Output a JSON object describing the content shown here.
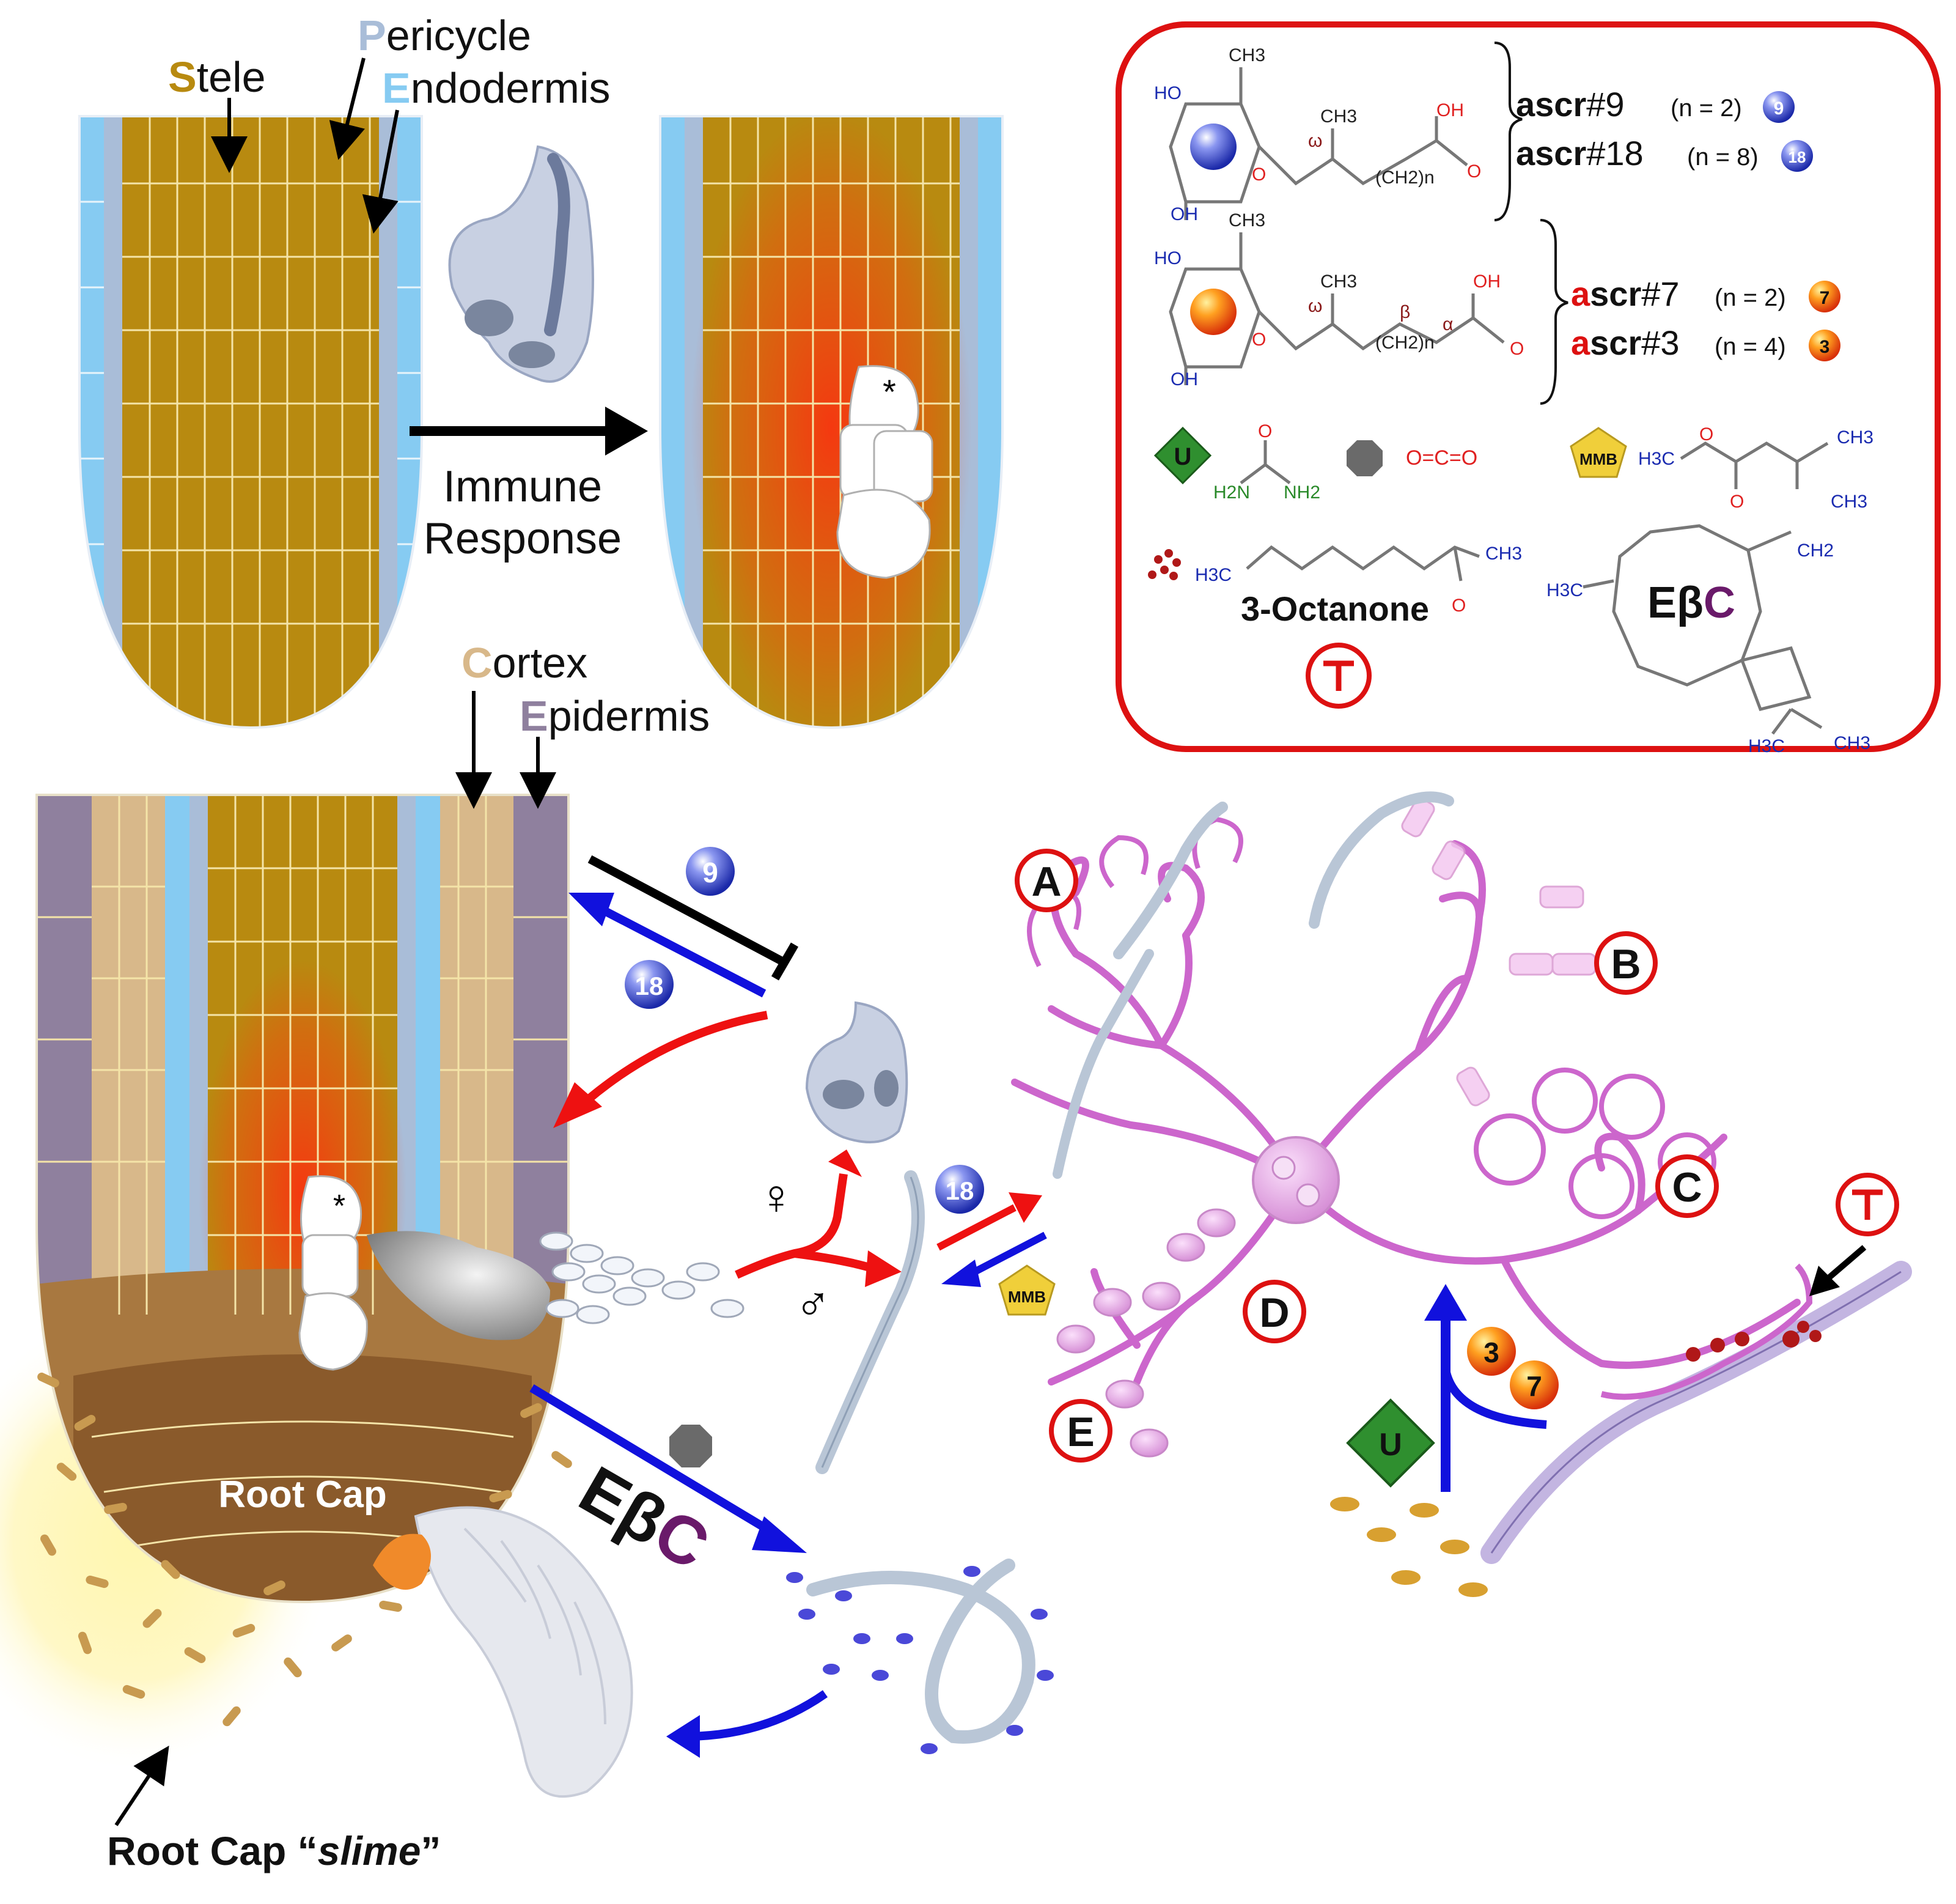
{
  "tissue_labels": {
    "stele": {
      "initial": "S",
      "rest": "tele"
    },
    "pericycle": {
      "initial": "P",
      "rest": "ericycle"
    },
    "endodermis": {
      "initial": "E",
      "rest": "ndodermis"
    },
    "cortex": {
      "initial": "C",
      "rest": "ortex"
    },
    "epidermis": {
      "initial": "E",
      "rest": "pidermis"
    }
  },
  "immune_response": {
    "line1": "Immune",
    "line2": "Response"
  },
  "root_cap": "Root Cap",
  "root_cap_slime": {
    "prefix": "Root Cap “",
    "italic": "slime",
    "suffix": "”"
  },
  "infection_marker": "*",
  "legend": {
    "ascr9": {
      "name_initial": "a",
      "name_rest": "scr",
      "number": "#9",
      "n": "(n = 2)",
      "badge": "9"
    },
    "ascr18": {
      "name_initial": "a",
      "name_rest": "scr",
      "number": "#18",
      "n": "(n = 8)",
      "badge": "18"
    },
    "ascr7": {
      "name_initial": "a",
      "name_rest": "scr",
      "number": "#7",
      "n": "(n = 2)",
      "badge": "7"
    },
    "ascr3": {
      "name_initial": "a",
      "name_rest": "scr",
      "number": "#3",
      "n": "(n = 4)",
      "badge": "3"
    },
    "octanone": "3-Octanone",
    "ebc": {
      "e": "E",
      "beta": "β",
      "c": "C"
    },
    "urea_symbol": "U",
    "mmb": "MMB",
    "chem_text": {
      "ch3": "CH3",
      "ho": "HO",
      "oh": "OH",
      "o": "O",
      "omega": "ω",
      "beta": "β",
      "alpha": "α",
      "ch2n": "(CH2)n",
      "h2n": "H2N",
      "nh2": "NH2",
      "h3c": "H3C",
      "ch2": "CH2",
      "co2": "O=C=O"
    }
  },
  "fungal_structures": [
    "A",
    "B",
    "C",
    "D",
    "E"
  ],
  "signals": {
    "ascr9_badge": "9",
    "ascr18_badge": "18",
    "ascr3_badge": "3",
    "ascr7_badge": "7",
    "urea_badge": "U",
    "mmb_badge": "MMB",
    "female": "♀",
    "male": "♂",
    "ebc": {
      "e": "E",
      "beta": "β",
      "c": "C"
    }
  },
  "colors": {
    "stele": "#b88a10",
    "stele_line": "#f4e4a8",
    "pericycle": "#a9bdd8",
    "endodermis": "#86cbf2",
    "cortex": "#d8b88a",
    "epidermis": "#8f809e",
    "root_cap": "#8a5a2b",
    "immune_red": "#e83a18",
    "fungus": "#cc66cc",
    "nematode": "#b9c6d6",
    "legend_border": "#dd1111",
    "arrow_blue": "#1111dd",
    "arrow_red": "#ee1111",
    "ascr_blue": "#3a48d8",
    "ascr_orange": "#ee6a10",
    "urea_green": "#2f8f2f",
    "mmb_yellow": "#f0cf3a",
    "octanone_red": "#b01818"
  }
}
